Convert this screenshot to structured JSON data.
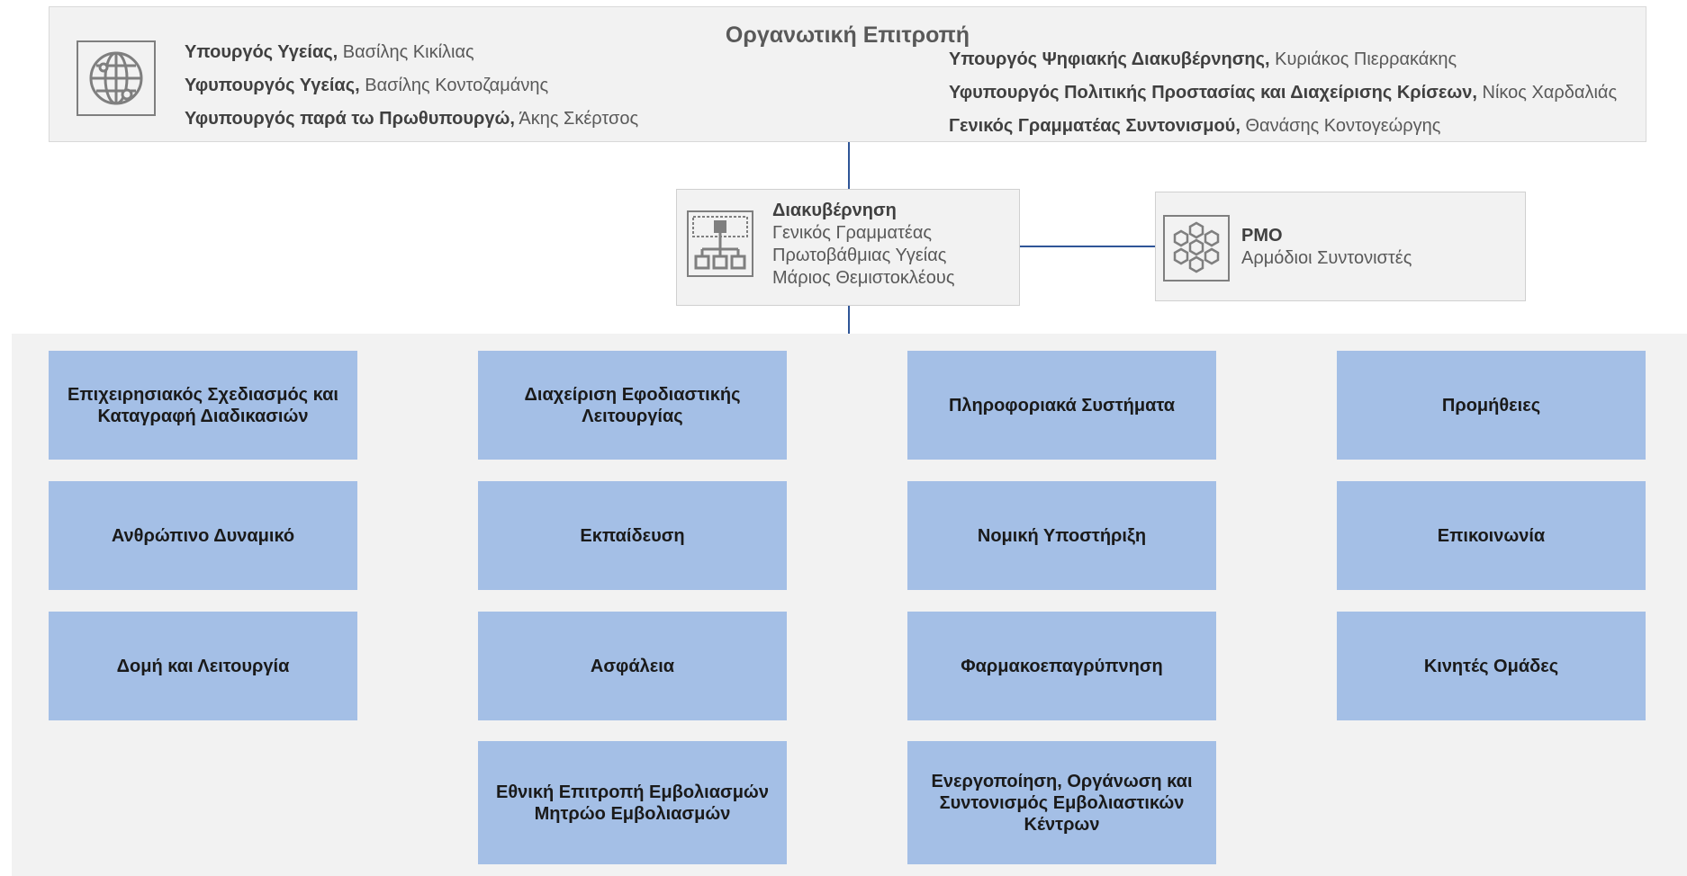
{
  "committee": {
    "title": "Οργανωτική Επιτροπή",
    "icon": "globe-network-icon",
    "left_members": [
      {
        "role": "Υπουργός Υγείας,",
        "name": " Βασίλης Κικίλιας"
      },
      {
        "role": "Υφυπουργός Υγείας,",
        "name": " Βασίλης Κοντοζαμάνης"
      },
      {
        "role": "Υφυπουργός παρά τω Πρωθυπουργώ,",
        "name": " Άκης Σκέρτσος"
      }
    ],
    "right_members": [
      {
        "role": "Υπουργός Ψηφιακής Διακυβέρνησης,",
        "name": " Κυριάκος Πιερρακάκης"
      },
      {
        "role": "Υφυπουργός Πολιτικής Προστασίας και Διαχείρισης Κρίσεων,",
        "name": " Νίκος Χαρδαλιάς"
      },
      {
        "role": "Γενικός Γραμματέας Συντονισμού,",
        "name": " Θανάσης Κοντογεώργης"
      }
    ]
  },
  "governance": {
    "icon": "org-chart-icon",
    "title": "Διακυβέρνηση",
    "lines": [
      "Γενικός Γραμματέας",
      "Πρωτοβάθμιας Υγείας",
      "Μάριος Θεμιστοκλέους"
    ]
  },
  "pmo": {
    "icon": "hexagon-network-icon",
    "title": "PMO",
    "subtitle": "Αρμόδιοι Συντονιστές"
  },
  "units": [
    [
      "Επιχειρησιακός Σχεδιασμός και\nΚαταγραφή Διαδικασιών",
      "Ανθρώπινο Δυναμικό",
      "Δομή και Λειτουργία"
    ],
    [
      "Διαχείριση Εφοδιαστικής\nΛειτουργίας",
      "Εκπαίδευση",
      "Ασφάλεια",
      "Εθνική Επιτροπή Εμβολιασμών\nΜητρώο Εμβολιασμών"
    ],
    [
      "Πληροφοριακά Συστήματα",
      "Νομική Υποστήριξη",
      "Φαρμακοεπαγρύπνηση",
      "Ενεργοποίηση, Οργάνωση και\nΣυντονισμός Εμβολιαστικών\nΚέντρων"
    ],
    [
      "Προμήθειες",
      "Επικοινωνία",
      "Κινητές Ομάδες"
    ]
  ],
  "colors": {
    "connector": "#2f5597",
    "unit_fill": "#a4bfe6",
    "panel": "#f2f2f2"
  }
}
